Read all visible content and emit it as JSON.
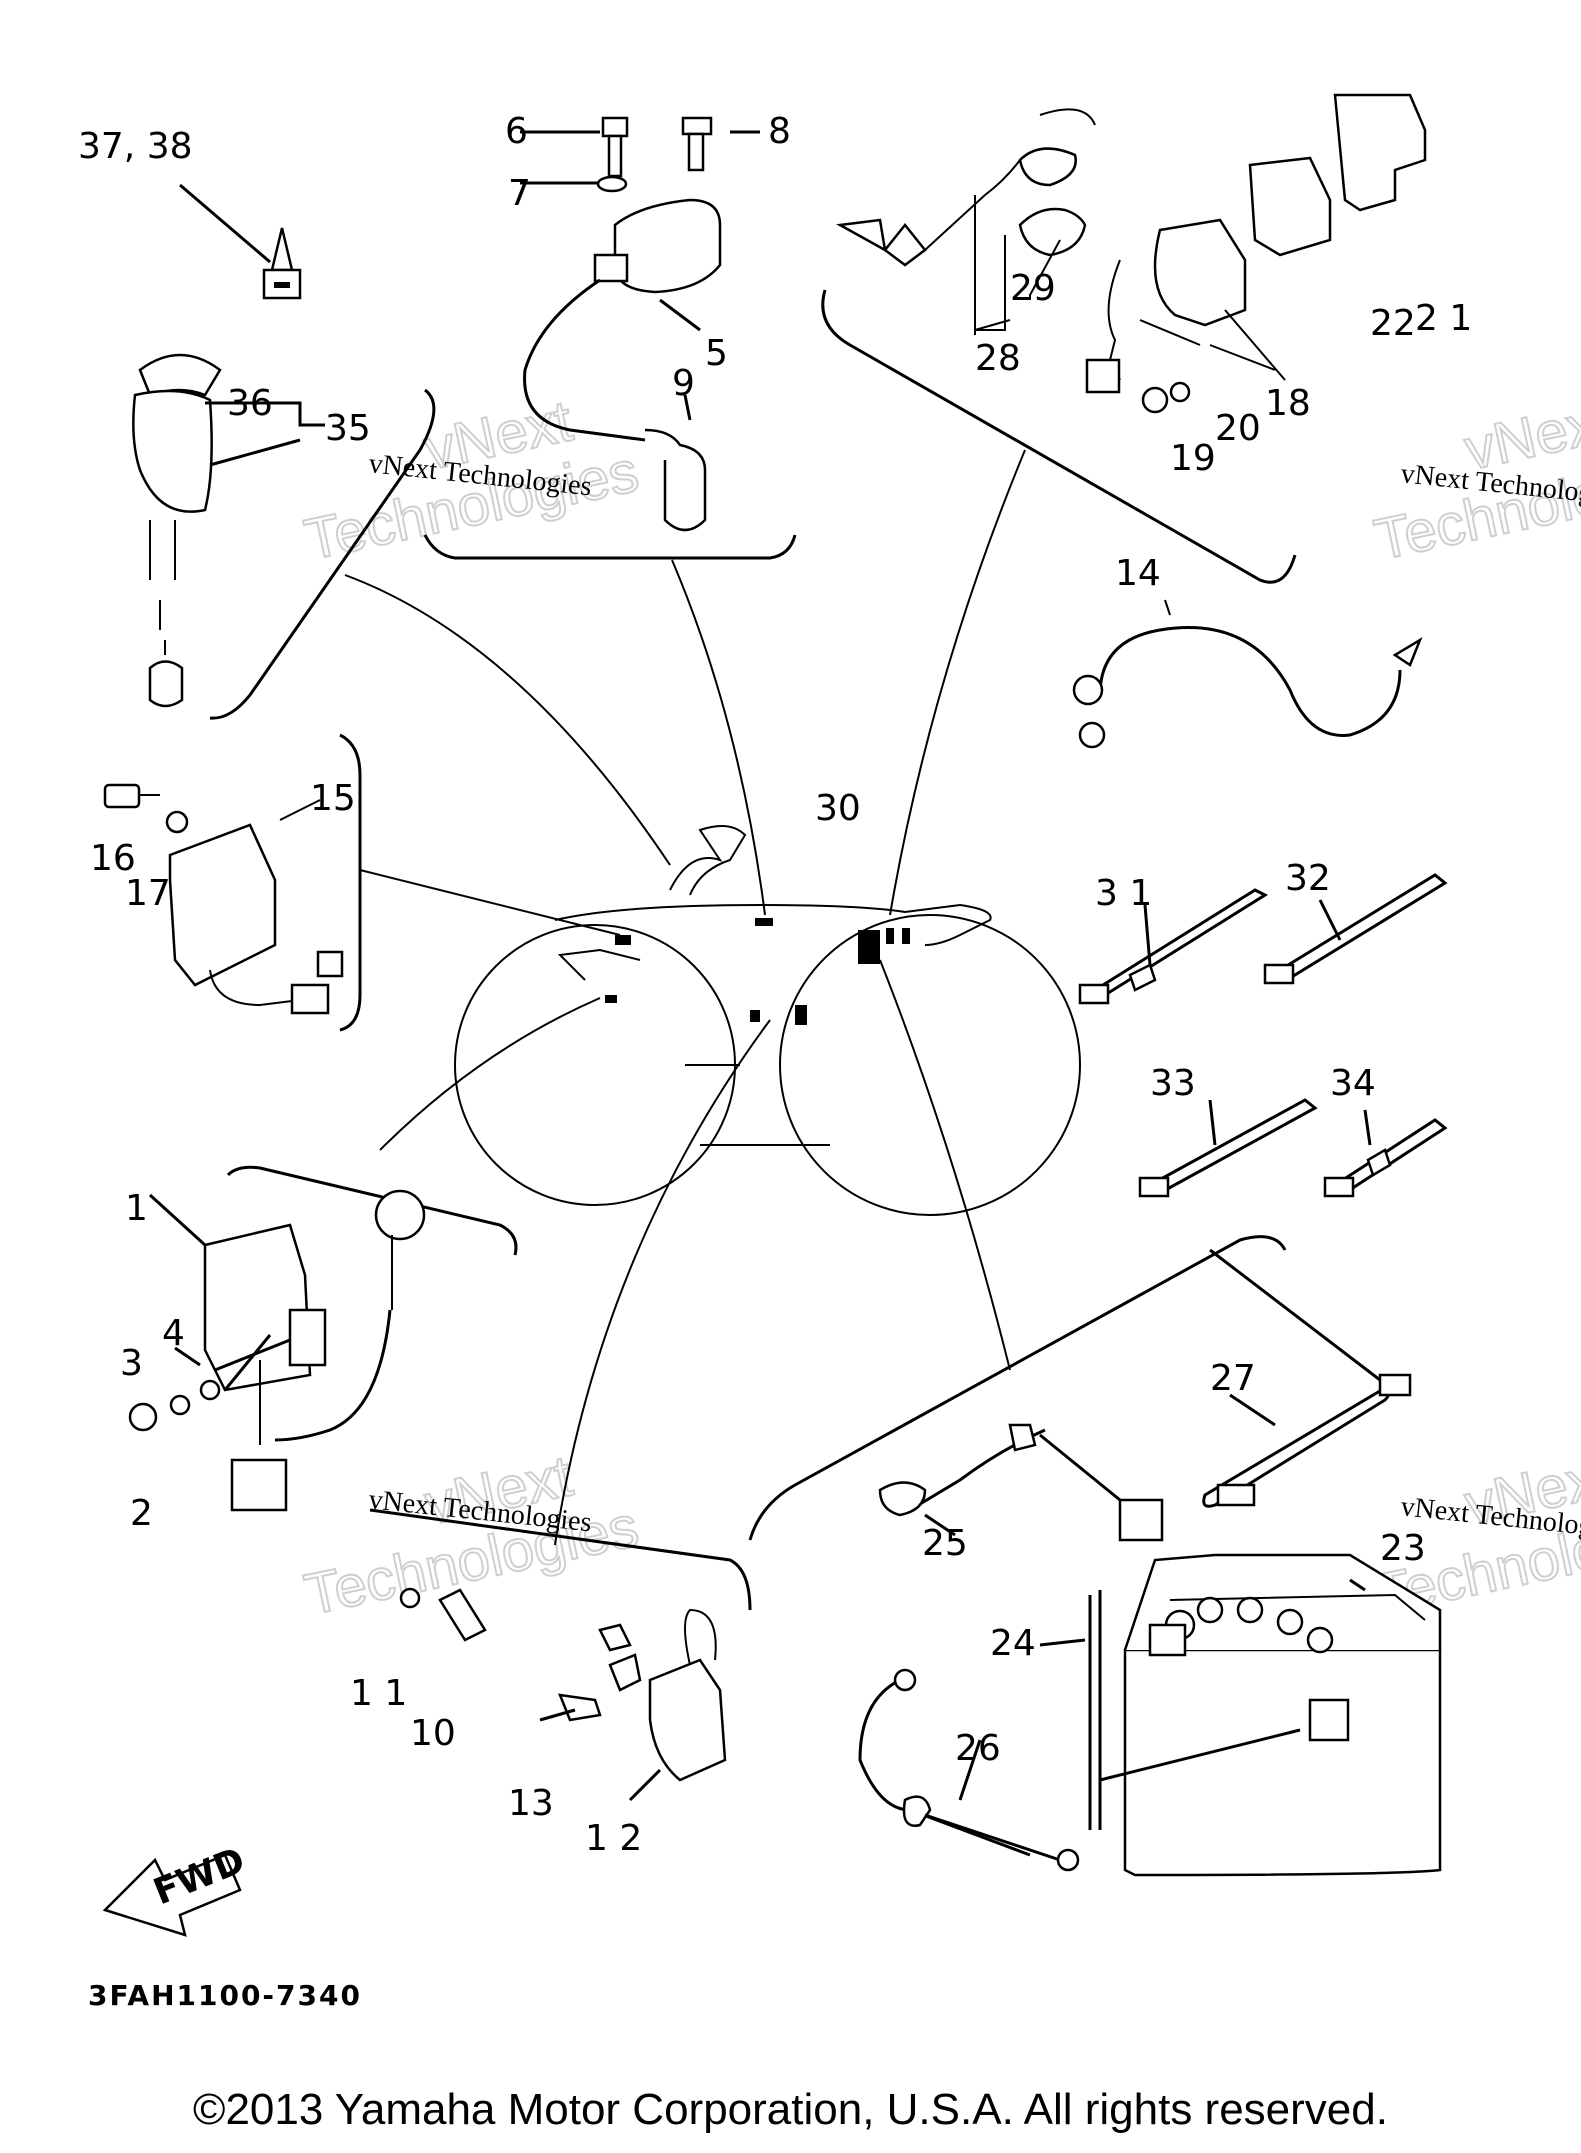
{
  "diagram": {
    "part_labels": [
      {
        "id": "1",
        "text": "1"
      },
      {
        "id": "2",
        "text": "2"
      },
      {
        "id": "3",
        "text": "3"
      },
      {
        "id": "4",
        "text": "4"
      },
      {
        "id": "5",
        "text": "5"
      },
      {
        "id": "6",
        "text": "6"
      },
      {
        "id": "7",
        "text": "7"
      },
      {
        "id": "8",
        "text": "8"
      },
      {
        "id": "9",
        "text": "9"
      },
      {
        "id": "10",
        "text": "10"
      },
      {
        "id": "11",
        "text": "1 1"
      },
      {
        "id": "12",
        "text": "1 2"
      },
      {
        "id": "13",
        "text": "13"
      },
      {
        "id": "14",
        "text": "14"
      },
      {
        "id": "15",
        "text": "15"
      },
      {
        "id": "16",
        "text": "16"
      },
      {
        "id": "17",
        "text": "17"
      },
      {
        "id": "18",
        "text": "18"
      },
      {
        "id": "19",
        "text": "19"
      },
      {
        "id": "20",
        "text": "20"
      },
      {
        "id": "21",
        "text": "2 1"
      },
      {
        "id": "22",
        "text": "22"
      },
      {
        "id": "23",
        "text": "23"
      },
      {
        "id": "24",
        "text": "24"
      },
      {
        "id": "25",
        "text": "25"
      },
      {
        "id": "26",
        "text": "26"
      },
      {
        "id": "27",
        "text": "27"
      },
      {
        "id": "28",
        "text": "28"
      },
      {
        "id": "29",
        "text": "29"
      },
      {
        "id": "30",
        "text": "30"
      },
      {
        "id": "31",
        "text": "3 1"
      },
      {
        "id": "32",
        "text": "32"
      },
      {
        "id": "33",
        "text": "33"
      },
      {
        "id": "34",
        "text": "34"
      },
      {
        "id": "35",
        "text": "35"
      },
      {
        "id": "36",
        "text": "36"
      },
      {
        "id": "37-38",
        "text": "37, 38"
      }
    ],
    "fwd_label": "FWD",
    "drawing_code": "3FAH1100-7340",
    "watermark_small": "vNext Technologies",
    "watermark_big_1": "vNext",
    "watermark_big_2": "Technologies",
    "copyright": "©2013 Yamaha Motor Corporation, U.S.A. All rights reserved."
  }
}
